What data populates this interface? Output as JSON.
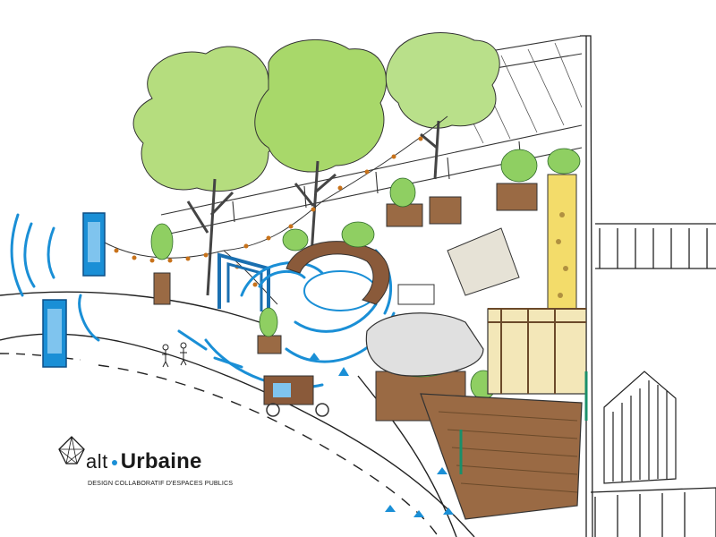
{
  "logo": {
    "prefix": "alt",
    "name": "Urbaine",
    "tagline": "DESIGN COLLABORATIF D'ESPACES PUBLICS"
  },
  "colors": {
    "tree_foliage": "#a8d86a",
    "water_blue": "#1a8fd6",
    "wood": "#8a5a3a",
    "lamp": "#c8721a",
    "canopy_yellow": "#f3dc6a",
    "ink": "#1a1a1a"
  }
}
